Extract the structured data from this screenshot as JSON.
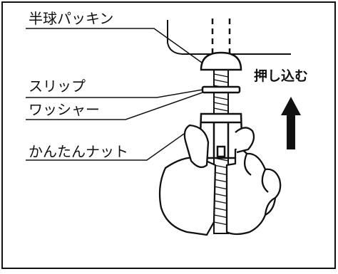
{
  "labels": {
    "hemisphere_packing": "半球パッキン",
    "slip_washer_line1": "スリップ",
    "slip_washer_line2": "ワッシャー",
    "easy_nut": "かんたんナット",
    "push_in": "押し込む"
  },
  "colors": {
    "line": "#111111",
    "background": "#ffffff"
  }
}
